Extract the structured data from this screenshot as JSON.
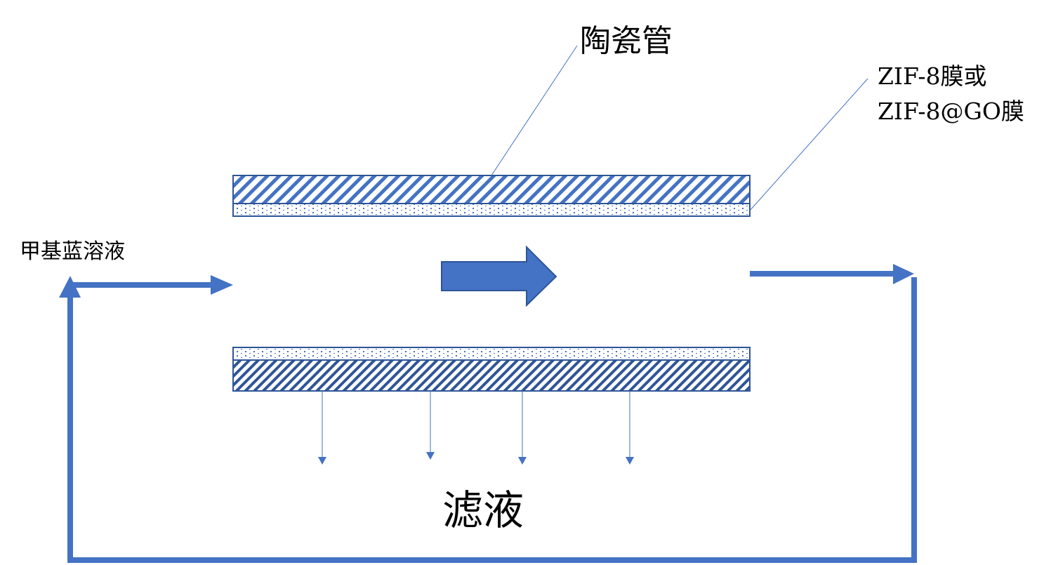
{
  "labels": {
    "ceramic_tube": "陶瓷管",
    "membrane_line1": "ZIF-8膜或",
    "membrane_line2": "ZIF-8@GO膜",
    "feed": "甲基蓝溶液",
    "filtrate": "滤液"
  },
  "colors": {
    "accent": "#4472C4",
    "border": "#2F5597"
  }
}
